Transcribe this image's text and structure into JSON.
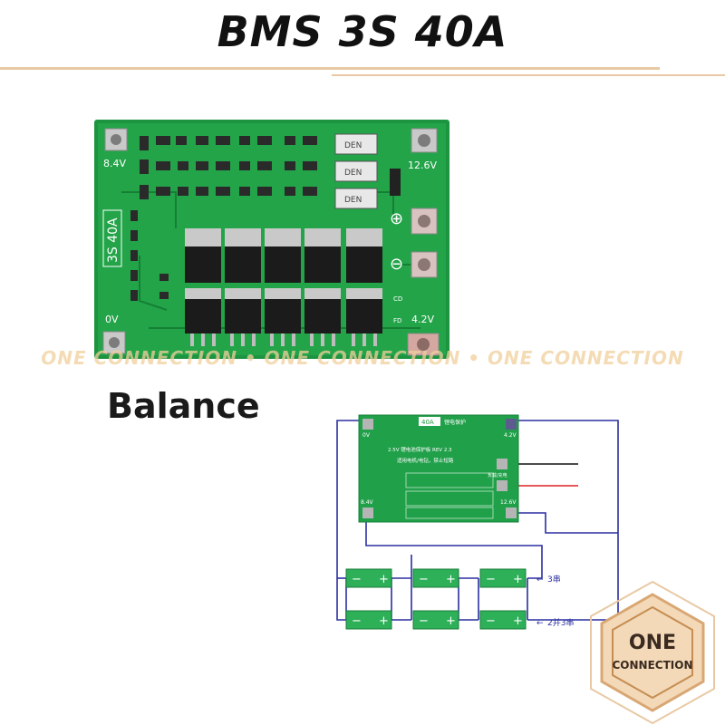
{
  "header": {
    "title": "BMS 3S 40A"
  },
  "board_top": {
    "model_label": "3S 40A",
    "pad_labels": {
      "top_left": "8.4V",
      "top_right": "12.6V",
      "bottom_left": "0V",
      "bottom_right": "4.2V"
    },
    "plus_symbol": "⊕",
    "minus_symbol": "⊖",
    "resistor_code": "DEN",
    "side_marks": {
      "cd": "CD",
      "fd": "FD"
    }
  },
  "watermark": {
    "text": "ONE CONNECTION  •  ONE CONNECTION  •  ONE CONNECTION"
  },
  "balance_label": "Balance",
  "wiring": {
    "board_tag": "40A",
    "board_tag2": "锂电保护",
    "board_line1": "2.5V 锂电池保护板 REV 2.3",
    "board_line2": "适用电机/电钻，禁止短路",
    "pad_labels": {
      "top_left": "0V",
      "top_right": "4.2V",
      "bottom_left": "8.4V",
      "bottom_right": "12.6V"
    },
    "load_label": "负载/充电",
    "cell_plus": "+",
    "cell_minus": "−",
    "row1_label": "3串",
    "row2_label": "2并3串",
    "arrow": "←",
    "colors": {
      "wire": "#2b2fa0",
      "red_wire": "#e02020",
      "black_wire": "#111111",
      "board": "#1f9e45"
    }
  },
  "logo": {
    "line1": "ONE",
    "line2": "CONNECTION"
  },
  "colors": {
    "pcb": "#1f9a40",
    "accent": "#e8c9a4",
    "logo_bg": "#f3d9b8"
  }
}
